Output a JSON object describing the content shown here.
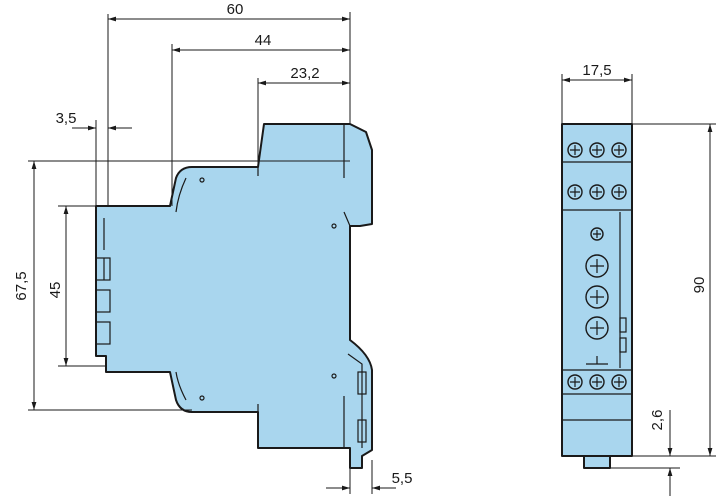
{
  "dimensions": {
    "width_60": "60",
    "width_44": "44",
    "width_23_2": "23,2",
    "width_3_5": "3,5",
    "height_67_5": "67,5",
    "height_45": "45",
    "width_5_5": "5,5",
    "front_width_17_5": "17,5",
    "front_height_90": "90",
    "front_offset_2_6": "2,6"
  },
  "colors": {
    "body": "#a9d6ee",
    "outline": "#1a1a1a"
  }
}
